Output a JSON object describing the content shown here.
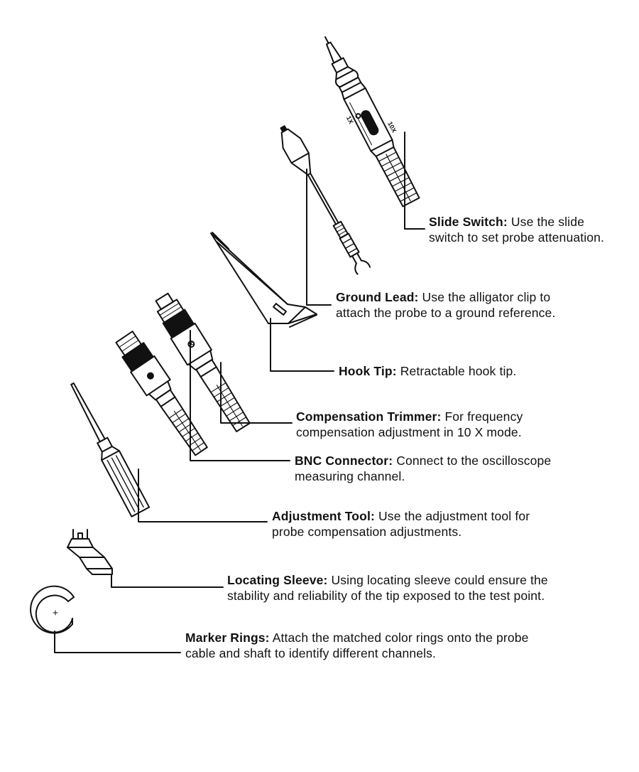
{
  "switch_marks": {
    "low": "1X",
    "high": "10X"
  },
  "callouts": [
    {
      "key": "slide_switch",
      "title": "Slide Switch:",
      "lines": [
        "Use the slide",
        "switch to set probe attenuation."
      ]
    },
    {
      "key": "ground_lead",
      "title": "Ground Lead:",
      "lines": [
        "Use the alligator clip to",
        "attach the probe to a ground reference."
      ]
    },
    {
      "key": "hook_tip",
      "title": "Hook Tip:",
      "lines": [
        "Retractable hook tip."
      ]
    },
    {
      "key": "comp_trimmer",
      "title": "Compensation Trimmer:",
      "lines": [
        "For frequency",
        "compensation adjustment in 10 X mode."
      ]
    },
    {
      "key": "bnc",
      "title": "BNC Connector:",
      "lines": [
        "Connect to the oscilloscope",
        "measuring channel."
      ]
    },
    {
      "key": "adj_tool",
      "title": "Adjustment Tool:",
      "lines": [
        "Use the adjustment tool for",
        "probe compensation adjustments."
      ]
    },
    {
      "key": "locating_sleeve",
      "title": "Locating Sleeve:",
      "lines": [
        "Using locating sleeve could ensure the",
        "stability and reliability of the tip exposed to the test point."
      ]
    },
    {
      "key": "marker_rings",
      "title": "Marker Rings:",
      "lines": [
        "Attach the matched color rings onto the probe",
        "cable and shaft to identify different channels."
      ]
    }
  ]
}
